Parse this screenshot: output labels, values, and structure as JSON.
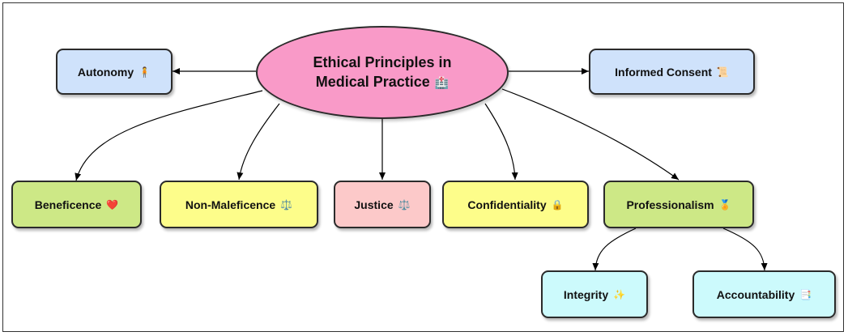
{
  "diagram": {
    "title_line1": "Ethical Principles in",
    "title_line2": "Medical Practice",
    "title_emoji": "🏥",
    "nodes": {
      "autonomy": {
        "label": "Autonomy",
        "emoji": "🧍"
      },
      "informed_consent": {
        "label": "Informed Consent",
        "emoji": "📜"
      },
      "beneficence": {
        "label": "Beneficence",
        "emoji": "❤️"
      },
      "non_maleficence": {
        "label": "Non-Maleficence",
        "emoji": "⚖️"
      },
      "justice": {
        "label": "Justice",
        "emoji": "⚖️"
      },
      "confidentiality": {
        "label": "Confidentiality",
        "emoji": "🔒"
      },
      "professionalism": {
        "label": "Professionalism",
        "emoji": "🏅"
      },
      "integrity": {
        "label": "Integrity",
        "emoji": "✨"
      },
      "accountability": {
        "label": "Accountability",
        "emoji": "📑"
      }
    },
    "colors": {
      "central": "#f99ac8",
      "blue": "#cfe2fb",
      "green": "#cde886",
      "yellow": "#fdfd8a",
      "pink": "#fcc9c9",
      "cyan": "#ccfafc"
    }
  }
}
